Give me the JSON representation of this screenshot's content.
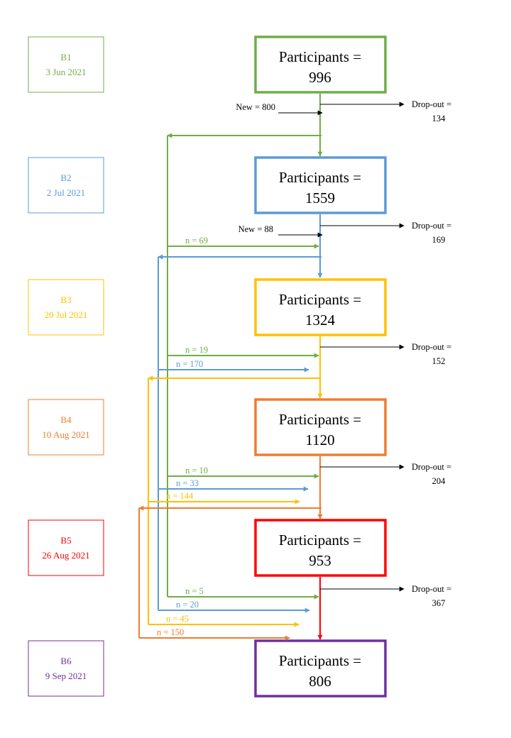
{
  "colors": {
    "B1": "#70ad47",
    "B2": "#5b9bd5",
    "B3": "#ffc000",
    "B4": "#ed7d31",
    "B5": "#ff0000",
    "B6": "#7030a0",
    "neutral": "#000000"
  },
  "waves": [
    {
      "id": "B1",
      "date": "3 Jun 2021",
      "participants_label": "Participants =",
      "participants": "996"
    },
    {
      "id": "B2",
      "date": "2 Jul 2021",
      "participants_label": "Participants =",
      "participants": "1559"
    },
    {
      "id": "B3",
      "date": "20 Jul 2021",
      "participants_label": "Participants =",
      "participants": "1324"
    },
    {
      "id": "B4",
      "date": "10 Aug 2021",
      "participants_label": "Participants =",
      "participants": "1120"
    },
    {
      "id": "B5",
      "date": "26 Aug 2021",
      "participants_label": "Participants =",
      "participants": "953"
    },
    {
      "id": "B6",
      "date": "9 Sep 2021",
      "participants_label": "Participants =",
      "participants": "806"
    }
  ],
  "new_entries": [
    {
      "after": "B1",
      "label": "New = 800"
    },
    {
      "after": "B2",
      "label": "New = 88"
    }
  ],
  "dropouts": [
    {
      "after": "B1",
      "label": "Drop-out  =",
      "value": "134"
    },
    {
      "after": "B2",
      "label": "Drop-out =",
      "value": "169"
    },
    {
      "after": "B3",
      "label": "Drop-out =",
      "value": "152"
    },
    {
      "after": "B4",
      "label": "Drop-out  =",
      "value": "204"
    },
    {
      "after": "B5",
      "label": "Drop-out  =",
      "value": "367"
    }
  ],
  "returns": [
    {
      "from": "B1",
      "into": "B3",
      "label": "n = 69"
    },
    {
      "from": "B1",
      "into": "B4",
      "label": "n = 19"
    },
    {
      "from": "B2",
      "into": "B4",
      "label": "n = 170"
    },
    {
      "from": "B1",
      "into": "B5",
      "label": "n = 10"
    },
    {
      "from": "B2",
      "into": "B5",
      "label": "n = 33"
    },
    {
      "from": "B3",
      "into": "B5",
      "label": "n = 144"
    },
    {
      "from": "B1",
      "into": "B6",
      "label": "n = 5"
    },
    {
      "from": "B2",
      "into": "B6",
      "label": "n = 20"
    },
    {
      "from": "B3",
      "into": "B6",
      "label": "n = 45"
    },
    {
      "from": "B4",
      "into": "B6",
      "label": "n = 150"
    }
  ]
}
